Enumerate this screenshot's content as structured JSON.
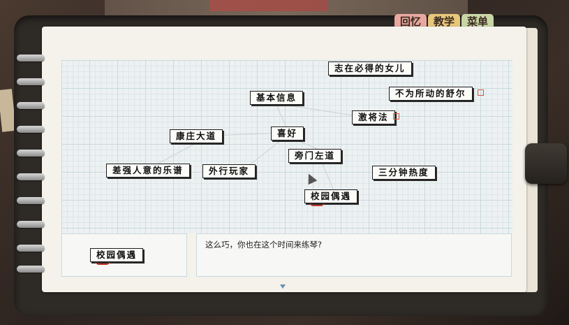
{
  "menu_tabs": [
    {
      "label": "回忆",
      "color": "#e8a8a0"
    },
    {
      "label": "教学",
      "color": "#e7c77a"
    },
    {
      "label": "菜单",
      "color": "#c9d6a6"
    }
  ],
  "nodes": {
    "daughter": "志在必得的女儿",
    "basic_info": "基本信息",
    "unmoved": "不为所动的舒尔",
    "provoke": "激将法",
    "hobby": "喜好",
    "main_road": "康庄大道",
    "side_road": "旁门左道",
    "music_score": "差强人意的乐谱",
    "amateur": "外行玩家",
    "three_minutes": "三分钟热度",
    "campus_meeting": "校园偶遇"
  },
  "selected_card": {
    "label": "校园偶遇"
  },
  "dialog": {
    "text": "这么巧，你也在这个时间来练琴?"
  },
  "colors": {
    "accent_red": "#c0392b",
    "grid_line": "#c9d9de"
  }
}
